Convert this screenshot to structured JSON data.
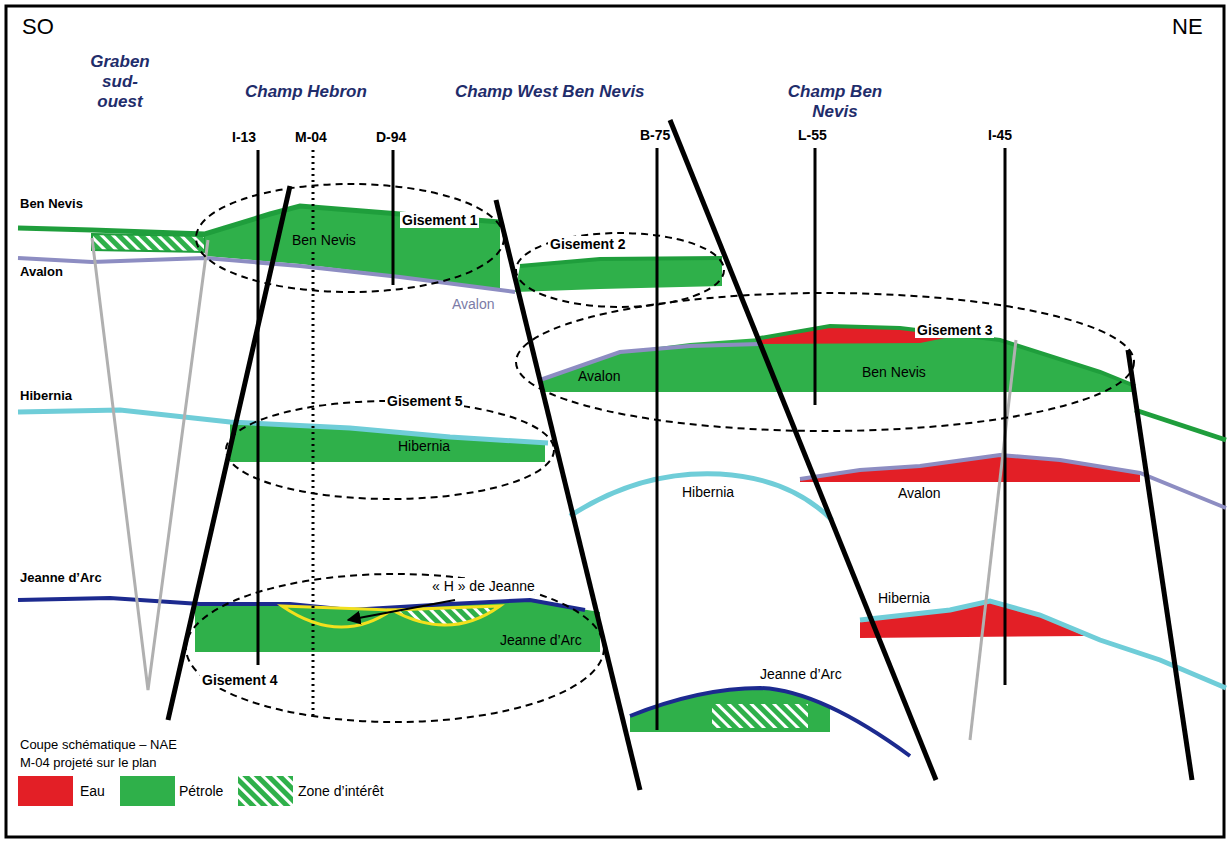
{
  "diagram": {
    "nodes": [
      {
        "text": [
          "Gisement 1"
        ]
      },
      {
        "text": [
          "Gisement 2"
        ]
      },
      {
        "text": [
          "Gisement 3"
        ]
      },
      {
        "text": [
          "Gisement 5"
        ]
      },
      {
        "text": [
          "Gisement 4"
        ]
      }
    ],
    "labels": [
      "SO",
      "NE",
      "Graben sud- ouest",
      "Champ Hebron",
      "Champ West Ben Nevis",
      "Champ Ben Nevis",
      "I-13",
      "M-04",
      "D-94",
      "B-75",
      "L-55",
      "I-45",
      "Ben Nevis",
      "Ben Nevis",
      "Avalon",
      "Avalon",
      "Avalon",
      "Ben Nevis",
      "Hibernia",
      "Hibernia",
      "Hibernia",
      "Avalon",
      "Jeanne d’Arc",
      "« H » de Jeanne",
      "Jeanne d’Arc",
      "Hibernia",
      "Jeanne d’Arc",
      "Coupe schématique – NAE",
      "M-04 projeté sur le plan"
    ],
    "legend": [
      {
        "text": "Eau",
        "color": "#e31f26"
      },
      {
        "text": "Pétrole",
        "color": "#2fb04a"
      },
      {
        "text": "Zone d’intérêt"
      }
    ]
  }
}
